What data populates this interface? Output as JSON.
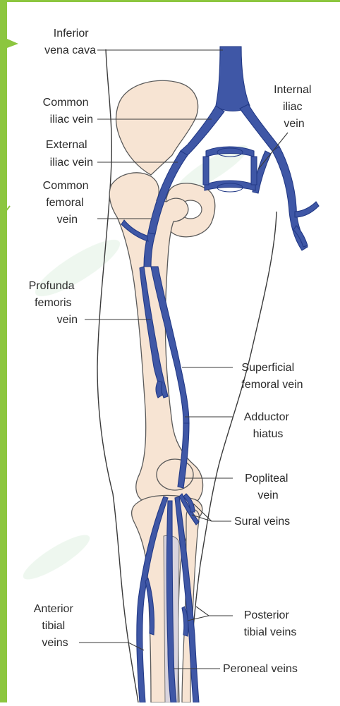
{
  "colors": {
    "frame": "#8cc63f",
    "vein": "#3f57a6",
    "vein_dark": "#233a86",
    "bone": "#f7e4d3",
    "bone_outline": "#5a5a5a",
    "label": "#2b2b2b",
    "watermark": "#cfe9d2"
  },
  "labels": {
    "inferior_vena_cava": [
      "Inferior",
      "vena cava"
    ],
    "common_iliac_vein": [
      "Common",
      "iliac vein"
    ],
    "external_iliac_vein": [
      "External",
      "iliac vein"
    ],
    "common_femoral_vein": [
      "Common",
      "femoral",
      "vein"
    ],
    "internal_iliac_vein": [
      "Internal",
      "iliac",
      "vein"
    ],
    "profunda_femoris_vein": [
      "Profunda",
      "femoris",
      "vein"
    ],
    "superficial_femoral_vein": [
      "Superficial",
      "femoral vein"
    ],
    "adductor_hiatus": [
      "Adductor",
      "hiatus"
    ],
    "popliteal_vein": [
      "Popliteal",
      "vein"
    ],
    "sural_veins": [
      "Sural veins"
    ],
    "posterior_tibial_veins": [
      "Posterior",
      "tibial veins"
    ],
    "anterior_tibial_veins": [
      "Anterior",
      "tibial",
      "veins"
    ],
    "peroneal_veins": [
      "Peroneal veins"
    ]
  }
}
